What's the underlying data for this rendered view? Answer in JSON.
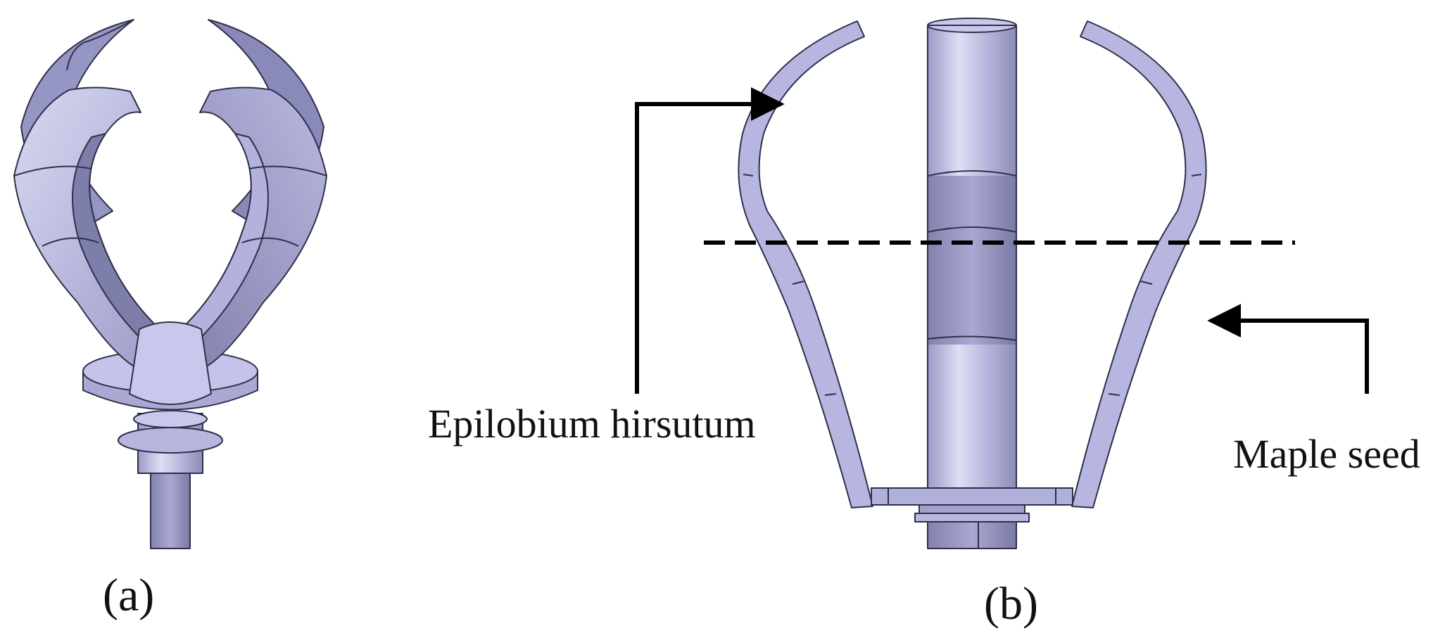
{
  "panels": [
    {
      "id": "a",
      "caption": "(a)"
    },
    {
      "id": "b",
      "caption": "(b)"
    }
  ],
  "annotations": {
    "epilobium": "Epilobium hirsutum",
    "maple": "Maple seed"
  },
  "colors": {
    "face_light": "#c6c6ea",
    "face_mid": "#a6a6d2",
    "face_dark": "#80809f",
    "edge": "#2f2f4a",
    "arrow": "#000000"
  }
}
